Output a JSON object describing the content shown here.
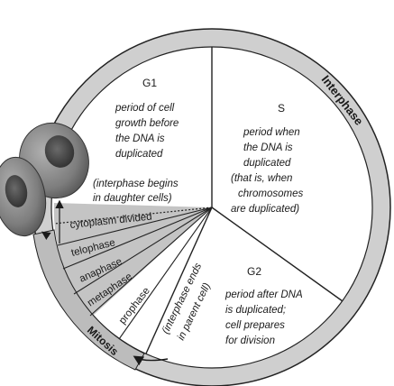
{
  "interphase_ring": {
    "label": "Interphase"
  },
  "sectors": {
    "g1": {
      "title": "G1",
      "description": [
        "period of cell",
        "growth before",
        "the DNA is",
        "duplicated"
      ],
      "note": [
        "(interphase begins",
        "in daughter cells)"
      ]
    },
    "s": {
      "title": "S",
      "description": [
        "period when",
        "the DNA is",
        "duplicated",
        "(that is, when",
        "chromosomes",
        "are duplicated)"
      ]
    },
    "g2": {
      "title": "G2",
      "description": [
        "period after DNA",
        "is duplicated;",
        "cell prepares",
        "for division"
      ]
    }
  },
  "mitosis": {
    "label": "Mitosis",
    "stages": [
      "cytoplasm divided",
      "telophase",
      "anaphase",
      "metaphase",
      "prophase"
    ],
    "interphase_end_note": [
      "(interphase ends",
      "in parent cell)"
    ]
  },
  "colors": {
    "ring": "#c9c9c9",
    "ring_stroke": "#222222",
    "wedge": "#bdbdbd",
    "cell_body": "#8a8a8a",
    "nucleus": "#4a4a4a",
    "ink": "#1a1a1a"
  },
  "icons": [
    "daughter-cell-icon",
    "arrow-icon"
  ]
}
